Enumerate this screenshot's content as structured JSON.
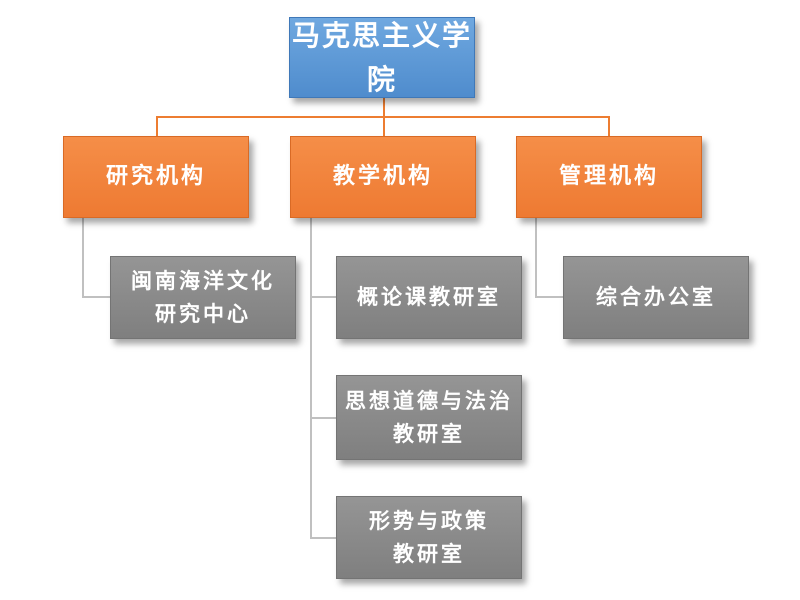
{
  "root": {
    "label": "马克思主义学院"
  },
  "categories": [
    {
      "label": "研究机构",
      "children": [
        {
          "lines": [
            "闽南海洋文化",
            "研究中心"
          ]
        }
      ]
    },
    {
      "label": "教学机构",
      "children": [
        {
          "lines": [
            "概论课教研室"
          ]
        },
        {
          "lines": [
            "思想道德与法治",
            "教研室"
          ]
        },
        {
          "lines": [
            "形势与政策",
            "教研室"
          ]
        }
      ]
    },
    {
      "label": "管理机构",
      "children": [
        {
          "lines": [
            "综合办公室"
          ]
        }
      ]
    }
  ],
  "colors": {
    "root": "#5b9bd5",
    "category": "#ed7d31",
    "leaf": "#8a8a8a",
    "text": "#ffffff"
  }
}
